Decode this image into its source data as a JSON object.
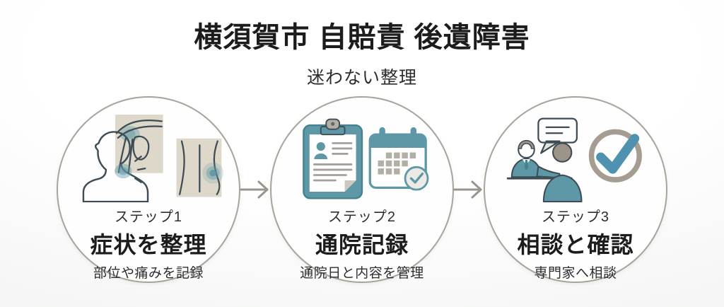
{
  "header": {
    "title": "横須賀市 自賠責 後遺障害",
    "subtitle": "迷わない整理"
  },
  "steps": [
    {
      "label": "ステップ1",
      "title": "症状を整理",
      "description": "部位や痛みを記録",
      "icon": "symptom-body-pain-illustration"
    },
    {
      "label": "ステップ2",
      "title": "通院記録",
      "description": "通院日と内容を管理",
      "icon": "clipboard-calendar-illustration"
    },
    {
      "label": "ステップ3",
      "title": "相談と確認",
      "description": "専門家へ相談",
      "icon": "consultation-check-illustration"
    }
  ],
  "connector": {
    "icon": "arrow-right"
  },
  "colors": {
    "background-edge": "#eceeec",
    "background-center": "#ffffff",
    "circle-border": "#a9a49b",
    "arrow": "#9a958c",
    "teal": "#5e97a6",
    "teal-deep": "#47808f",
    "check-blue": "#4e92b0",
    "ring-taupe": "#a59d91",
    "beige": "#ddd8ca",
    "gray-ui": "#b3afa7",
    "outline-dark": "#3e4c55"
  }
}
